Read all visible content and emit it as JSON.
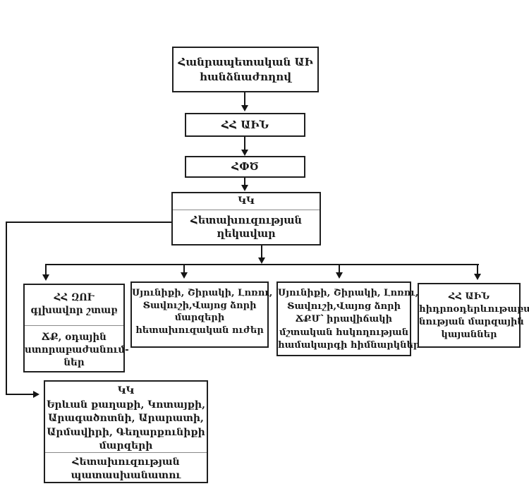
{
  "page": {
    "background": "#ffffff",
    "ink": "#1a1a1a",
    "line_color": "#151515"
  },
  "diagram": {
    "nodes": {
      "commission": {
        "lines": [
          "Հանրապետական ԱԻ",
          "հանձնաժողով"
        ]
      },
      "ain": {
        "label": "ՀՀ ԱԻՆ"
      },
      "hpts": {
        "label": "ՀՓԾ"
      },
      "kk_head": {
        "title": "ԿԿ",
        "lines": [
          "Հետախուզության",
          "ղեկավար"
        ]
      },
      "general_staff": {
        "top_lines": [
          "ՀՀ ԶՈՒ",
          "գլխավոր շտաբ"
        ],
        "bottom_lines": [
          "ՃՔ, օդային",
          "ստորաբաժանում-",
          "ներ"
        ]
      },
      "recon_forces": {
        "lines": [
          "Սյունիքի, Շիրակի, Լոռու,",
          "Տավուշի,Վայոց ձորի",
          "մարզերի",
          "հետախուզական ուժեր"
        ]
      },
      "monitoring": {
        "lines": [
          "Սյունիքի, Շիրակի, Լոռու,",
          "Տավուշի,Վայոց ձորի",
          "ՃՔՄ՝ իրավիճակի",
          "մշտական հսկողության",
          "համակարգի հիմնարկներ"
        ]
      },
      "hydromet": {
        "lines": [
          "ՀՀ ԱԻՆ",
          "հիդրոօդերևութաբա-",
          "նության մարզային",
          "կայաններ"
        ]
      },
      "kk_regional": {
        "top_lines": [
          "ԿԿ",
          "Երևան քաղաքի, Կոտայքի,",
          "Արագածոտնի, Արարատի,",
          "Արմավիրի, Գեղարքունիքի",
          "մարզերի"
        ],
        "bottom_lines": [
          "Հետախուզության",
          "պատասխանատու"
        ]
      }
    }
  }
}
